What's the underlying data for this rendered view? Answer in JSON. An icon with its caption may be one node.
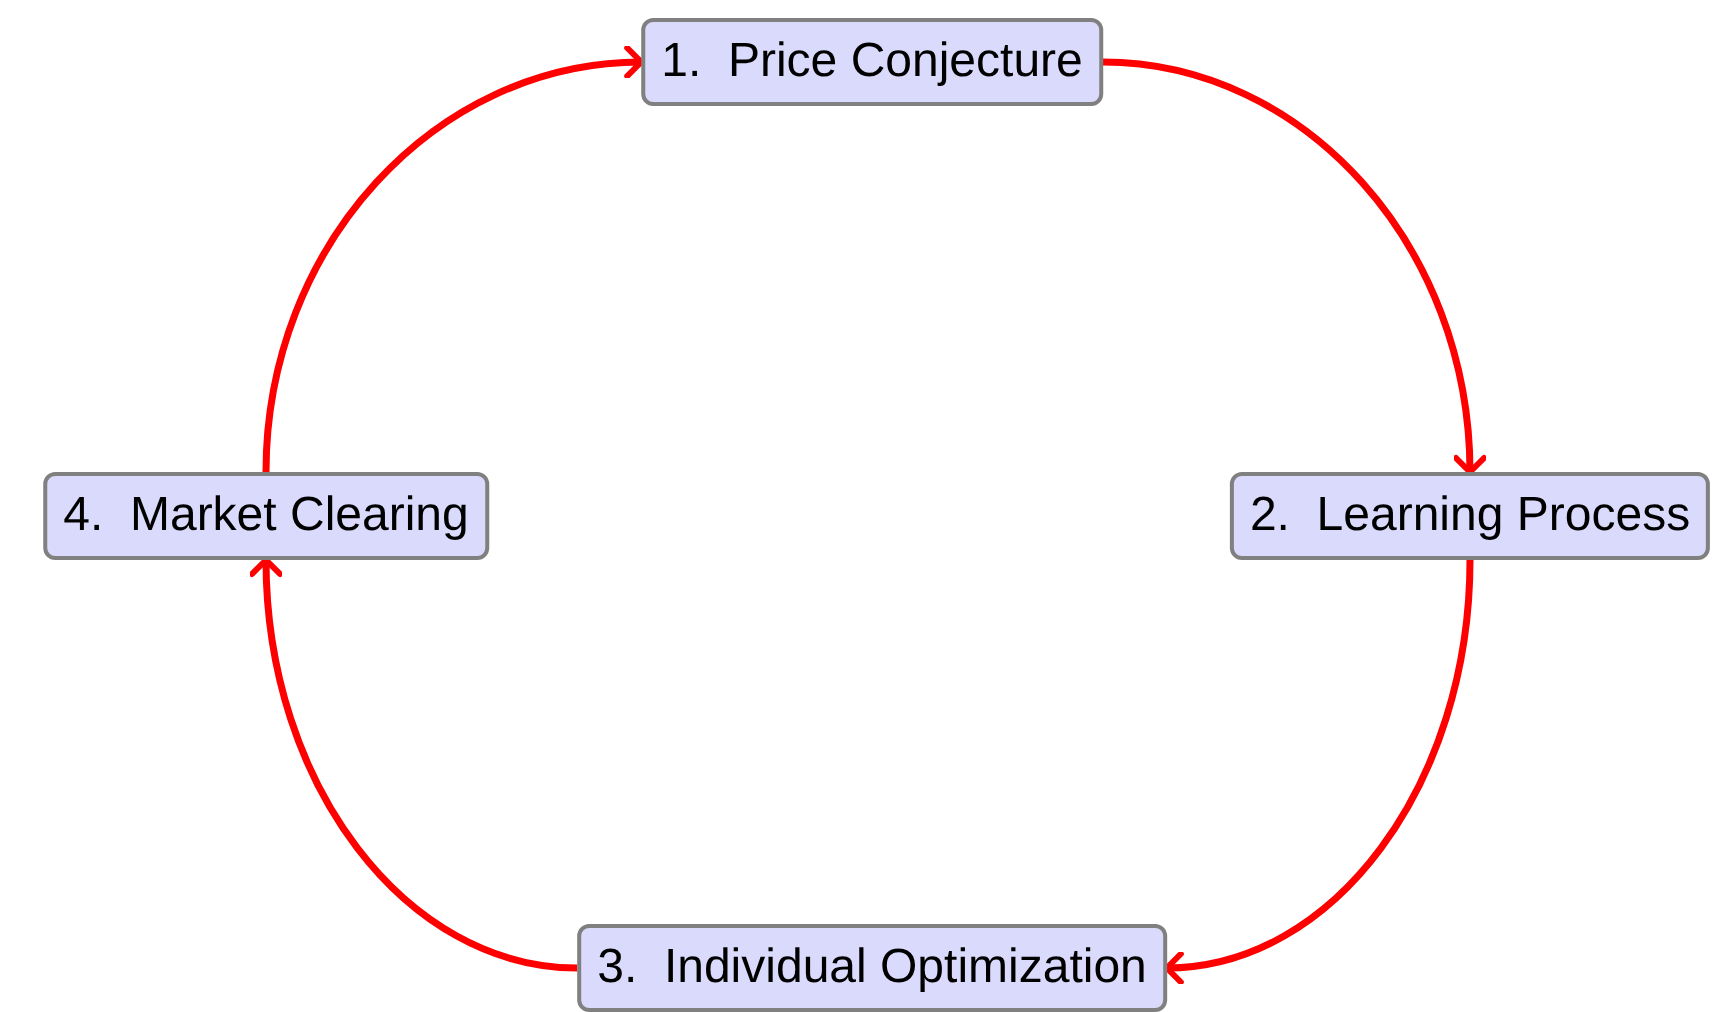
{
  "diagram": {
    "nodes": [
      {
        "text": [
          "1.  Price Conjecture"
        ]
      },
      {
        "text": [
          "2.  Learning Process"
        ]
      },
      {
        "text": [
          "3.  Individual Optimization"
        ]
      },
      {
        "text": [
          "4.  Market Clearing"
        ]
      }
    ],
    "edges": [
      {
        "from": 0,
        "to": 1,
        "arrow": "to"
      },
      {
        "from": 1,
        "to": 2,
        "arrow": "to"
      },
      {
        "from": 2,
        "to": 3,
        "arrow": "to"
      },
      {
        "from": 3,
        "to": 0,
        "arrow": "to"
      }
    ]
  }
}
